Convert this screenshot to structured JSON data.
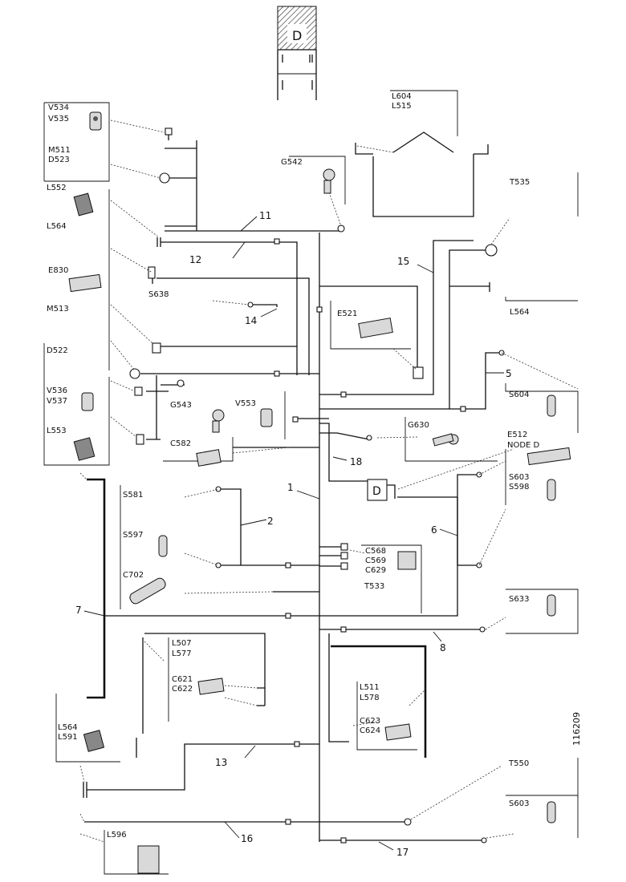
{
  "inset": {
    "letter": "D"
  },
  "component_labels": [
    "V534",
    "V535",
    "M511",
    "D523",
    "G542",
    "L604",
    "L515",
    "T535",
    "L552",
    "L564",
    "E830",
    "M513",
    "S638",
    "E521",
    "L564",
    "D522",
    "V536",
    "V537",
    "L553",
    "G543",
    "V553",
    "C582",
    "S604",
    "E512",
    "NODE D",
    "G630",
    "S603",
    "S598",
    "S581",
    "S597",
    "C702",
    "C568",
    "C569",
    "C629",
    "T533",
    "S633",
    "L507",
    "L577",
    "C621",
    "C622",
    "L511",
    "L578",
    "C623",
    "C624",
    "L564",
    "L591",
    "T550",
    "S603",
    "L596"
  ],
  "harness_numbers": [
    "1",
    "2",
    "5",
    "6",
    "7",
    "8",
    "11",
    "12",
    "13",
    "14",
    "15",
    "16",
    "17",
    "18"
  ],
  "node_box_letter": "D",
  "drawing_number": "116209"
}
